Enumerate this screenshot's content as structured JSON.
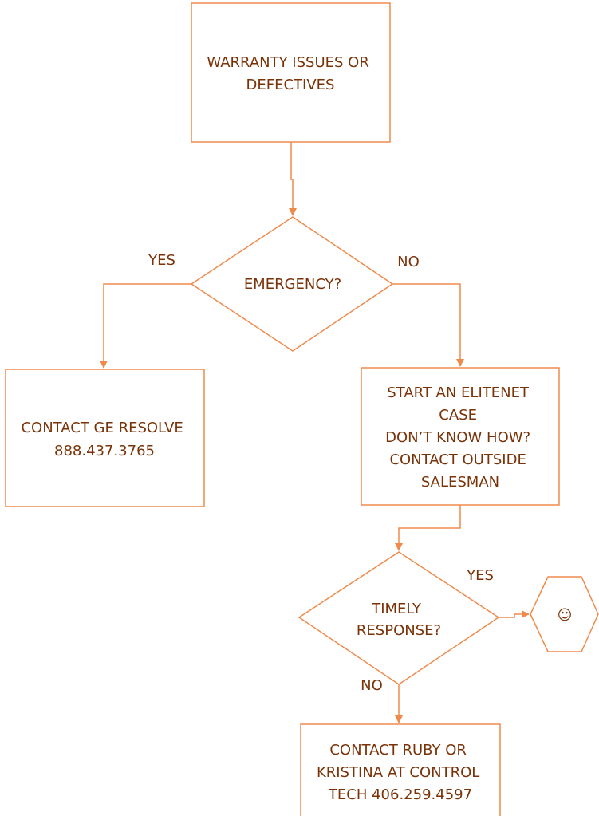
{
  "colors": {
    "stroke": "#f08a4b",
    "text": "#7a3308",
    "background": "#ffffff"
  },
  "nodes": {
    "start": {
      "lines": [
        "WARRANTY ISSUES OR",
        "DEFECTIVES"
      ]
    },
    "emergency": {
      "lines": [
        "EMERGENCY?"
      ]
    },
    "ge_resolve": {
      "lines": [
        "CONTACT GE RESOLVE",
        "888.437.3765"
      ]
    },
    "elitenet": {
      "lines": [
        "START AN ELITENET",
        "CASE",
        "DON’T KNOW HOW?",
        "CONTACT OUTSIDE",
        "SALESMAN"
      ]
    },
    "timely": {
      "lines": [
        "TIMELY",
        "RESPONSE?"
      ]
    },
    "smiley": {
      "lines": [
        "☺"
      ],
      "icon": "smiley-icon"
    },
    "control_tech": {
      "lines": [
        "CONTACT RUBY OR",
        "KRISTINA AT CONTROL",
        "TECH 406.259.4597"
      ]
    }
  },
  "edge_labels": {
    "emergency_yes": "YES",
    "emergency_no": "NO",
    "timely_yes": "YES",
    "timely_no": "NO"
  }
}
